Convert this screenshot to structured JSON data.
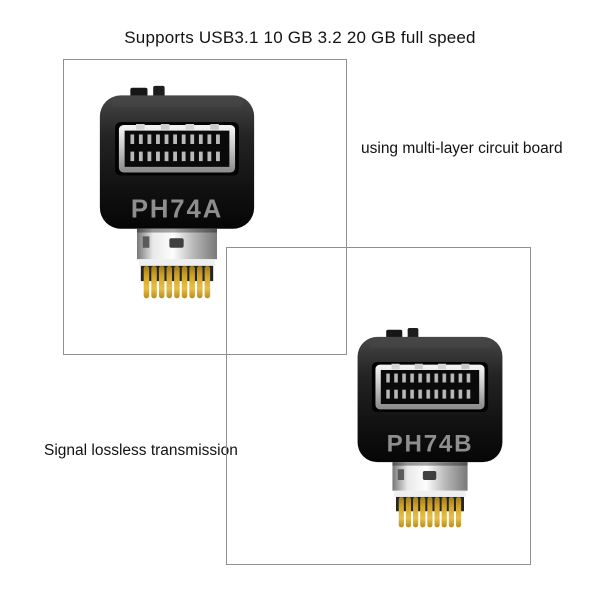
{
  "image": {
    "title": "Supports USB3.1 10 GB 3.2 20 GB full speed",
    "annotation_right": "using multi-layer circuit board",
    "annotation_left": "Signal lossless transmission"
  },
  "adapters": [
    {
      "label": "PH74A"
    },
    {
      "label": "PH74B"
    }
  ],
  "colors": {
    "background": "#ffffff",
    "text": "#121212",
    "frame_border": "#909090",
    "adapter_body": "#1a1a1a",
    "socket_metal": "#c9c9c9",
    "plug_metal": "#cfcfcf",
    "gold_contacts": "#d2a52c",
    "label_gray": "#8e8e8e"
  }
}
